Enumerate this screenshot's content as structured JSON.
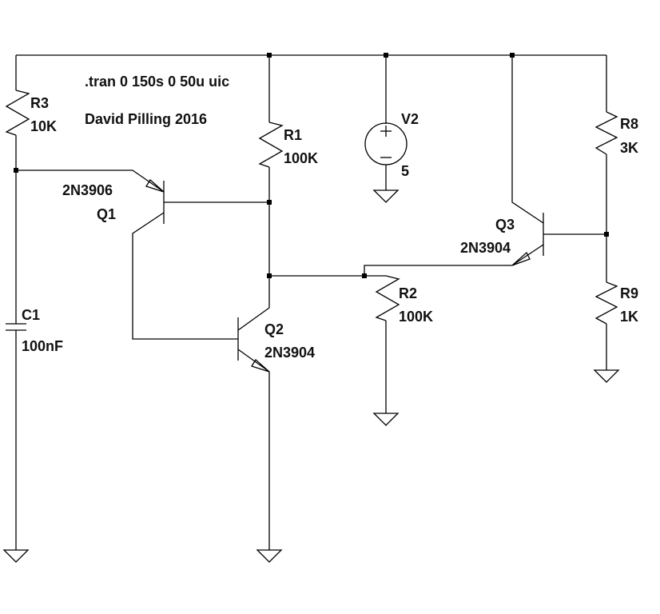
{
  "directives": {
    "spice_command": ".tran 0 150s 0 50u uic",
    "author_note": "David Pilling 2016"
  },
  "components": {
    "R3": {
      "ref": "R3",
      "value": "10K",
      "type": "resistor"
    },
    "R1": {
      "ref": "R1",
      "value": "100K",
      "type": "resistor"
    },
    "R2": {
      "ref": "R2",
      "value": "100K",
      "type": "resistor"
    },
    "R8": {
      "ref": "R8",
      "value": "3K",
      "type": "resistor"
    },
    "R9": {
      "ref": "R9",
      "value": "1K",
      "type": "resistor"
    },
    "C1": {
      "ref": "C1",
      "value": "100nF",
      "type": "capacitor"
    },
    "V2": {
      "ref": "V2",
      "value": "5",
      "type": "voltage-source"
    },
    "Q1": {
      "ref": "Q1",
      "model": "2N3906",
      "type": "pnp-transistor"
    },
    "Q2": {
      "ref": "Q2",
      "model": "2N3904",
      "type": "npn-transistor"
    },
    "Q3": {
      "ref": "Q3",
      "model": "2N3904",
      "type": "npn-transistor"
    }
  },
  "colors": {
    "wire": "#000000",
    "background": "#ffffff"
  }
}
